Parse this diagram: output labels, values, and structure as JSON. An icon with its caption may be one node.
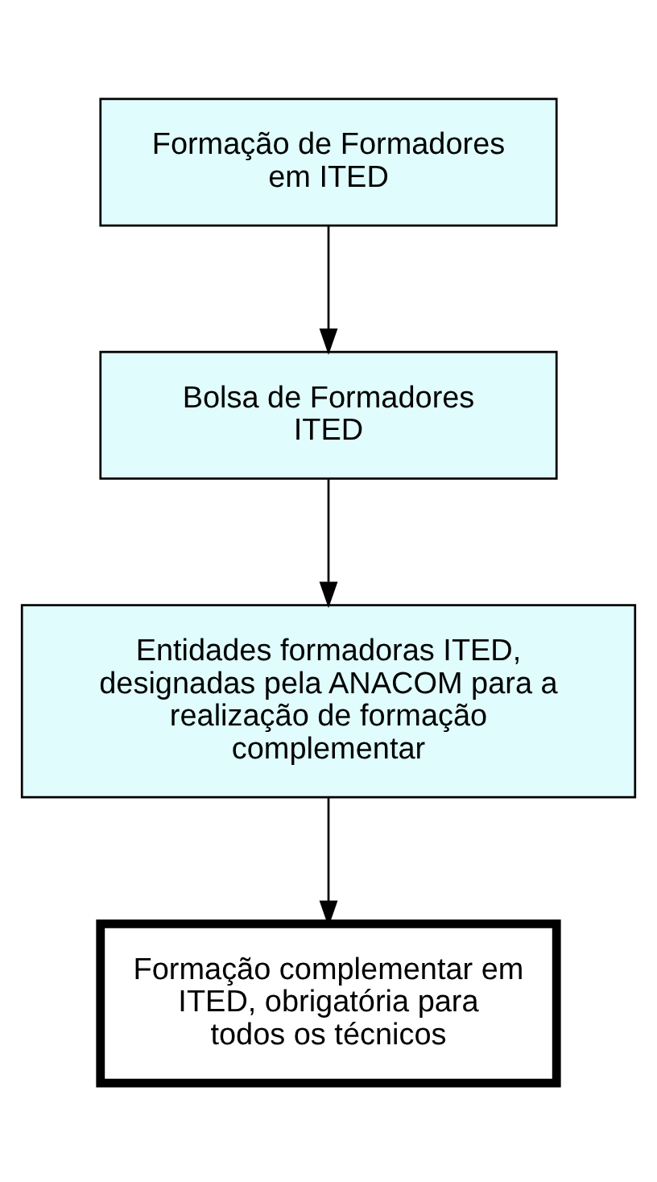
{
  "diagram": {
    "nodes": [
      {
        "text": [
          "Formação de Formadores em ITED"
        ]
      },
      {
        "text": [
          "Bolsa de Formadores ITED"
        ]
      },
      {
        "text": [
          "Entidades formadoras ITED, designadas pela ANACOM para a realização de formação complementar"
        ]
      },
      {
        "text": [
          "Formação complementar em ITED, obrigatória para todos os técnicos"
        ]
      }
    ],
    "edges": [
      {
        "from": 0,
        "to": 1,
        "arrow": "to"
      },
      {
        "from": 1,
        "to": 2,
        "arrow": "to"
      },
      {
        "from": 2,
        "to": 3,
        "arrow": "to"
      }
    ]
  }
}
